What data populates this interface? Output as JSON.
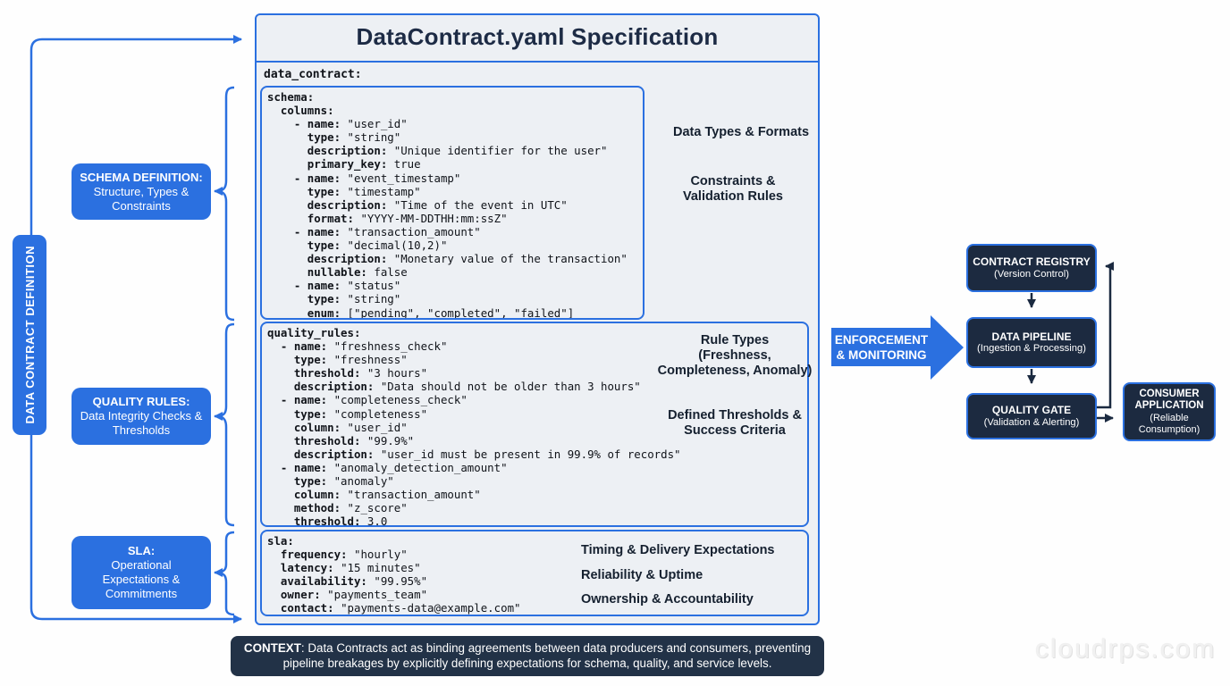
{
  "title": "DataContract.yaml Specification",
  "root_key": "data_contract:",
  "side_label": "DATA CONTRACT DEFINITION",
  "left_boxes": [
    {
      "title": "SCHEMA DEFINITION:",
      "body": "Structure, Types & Constraints"
    },
    {
      "title": "QUALITY RULES:",
      "body": "Data Integrity Checks & Thresholds"
    },
    {
      "title": "SLA:",
      "body": "Operational Expectations & Commitments"
    }
  ],
  "code_sections": {
    "schema": [
      "schema:",
      "  columns:",
      "    - name: \"user_id\"",
      "      type: \"string\"",
      "      description: \"Unique identifier for the user\"",
      "      primary_key: true",
      "    - name: \"event_timestamp\"",
      "      type: \"timestamp\"",
      "      description: \"Time of the event in UTC\"",
      "      format: \"YYYY-MM-DDTHH:mm:ssZ\"",
      "    - name: \"transaction_amount\"",
      "      type: \"decimal(10,2)\"",
      "      description: \"Monetary value of the transaction\"",
      "      nullable: false",
      "    - name: \"status\"",
      "      type: \"string\"",
      "      enum: [\"pending\", \"completed\", \"failed\"]"
    ],
    "quality": [
      "quality_rules:",
      "  - name: \"freshness_check\"",
      "    type: \"freshness\"",
      "    threshold: \"3 hours\"",
      "    description: \"Data should not be older than 3 hours\"",
      "  - name: \"completeness_check\"",
      "    type: \"completeness\"",
      "    column: \"user_id\"",
      "    threshold: \"99.9%\"",
      "    description: \"user_id must be present in 99.9% of records\"",
      "  - name: \"anomaly_detection_amount\"",
      "    type: \"anomaly\"",
      "    column: \"transaction_amount\"",
      "    method: \"z_score\"",
      "    threshold: 3.0"
    ],
    "sla": [
      "sla:",
      "  frequency: \"hourly\"",
      "  latency: \"15 minutes\"",
      "  availability: \"99.95%\"",
      "  owner: \"payments_team\"",
      "  contact: \"payments-data@example.com\""
    ]
  },
  "annotations": [
    "Data Types & Formats",
    "Constraints &\nValidation Rules",
    "Rule Types\n(Freshness,\nCompleteness, Anomaly)",
    "Defined Thresholds &\nSuccess Criteria",
    "Timing & Delivery Expectations",
    "Reliability & Uptime",
    "Ownership & Accountability"
  ],
  "enforcement_label": "ENFORCEMENT\n& MONITORING",
  "flow_boxes": [
    {
      "title": "CONTRACT REGISTRY",
      "subtitle": "(Version Control)"
    },
    {
      "title": "DATA PIPELINE",
      "subtitle": "(Ingestion & Processing)"
    },
    {
      "title": "QUALITY GATE",
      "subtitle": "(Validation & Alerting)"
    },
    {
      "title": "CONSUMER APPLICATION",
      "subtitle": "(Reliable Consumption)"
    }
  ],
  "context_bar": {
    "label": "CONTEXT",
    "text": ": Data Contracts act as binding agreements between data producers and consumers, preventing pipeline breakages by explicitly defining expectations for schema, quality, and service levels."
  },
  "watermark": "cloudrps.com",
  "colors": {
    "accent_blue": "#2b70e0",
    "dark_navy_box": "#1c2a40",
    "context_bar_bg": "#223247",
    "panel_bg": "#edf0f4",
    "annotation_line": "#223349"
  }
}
